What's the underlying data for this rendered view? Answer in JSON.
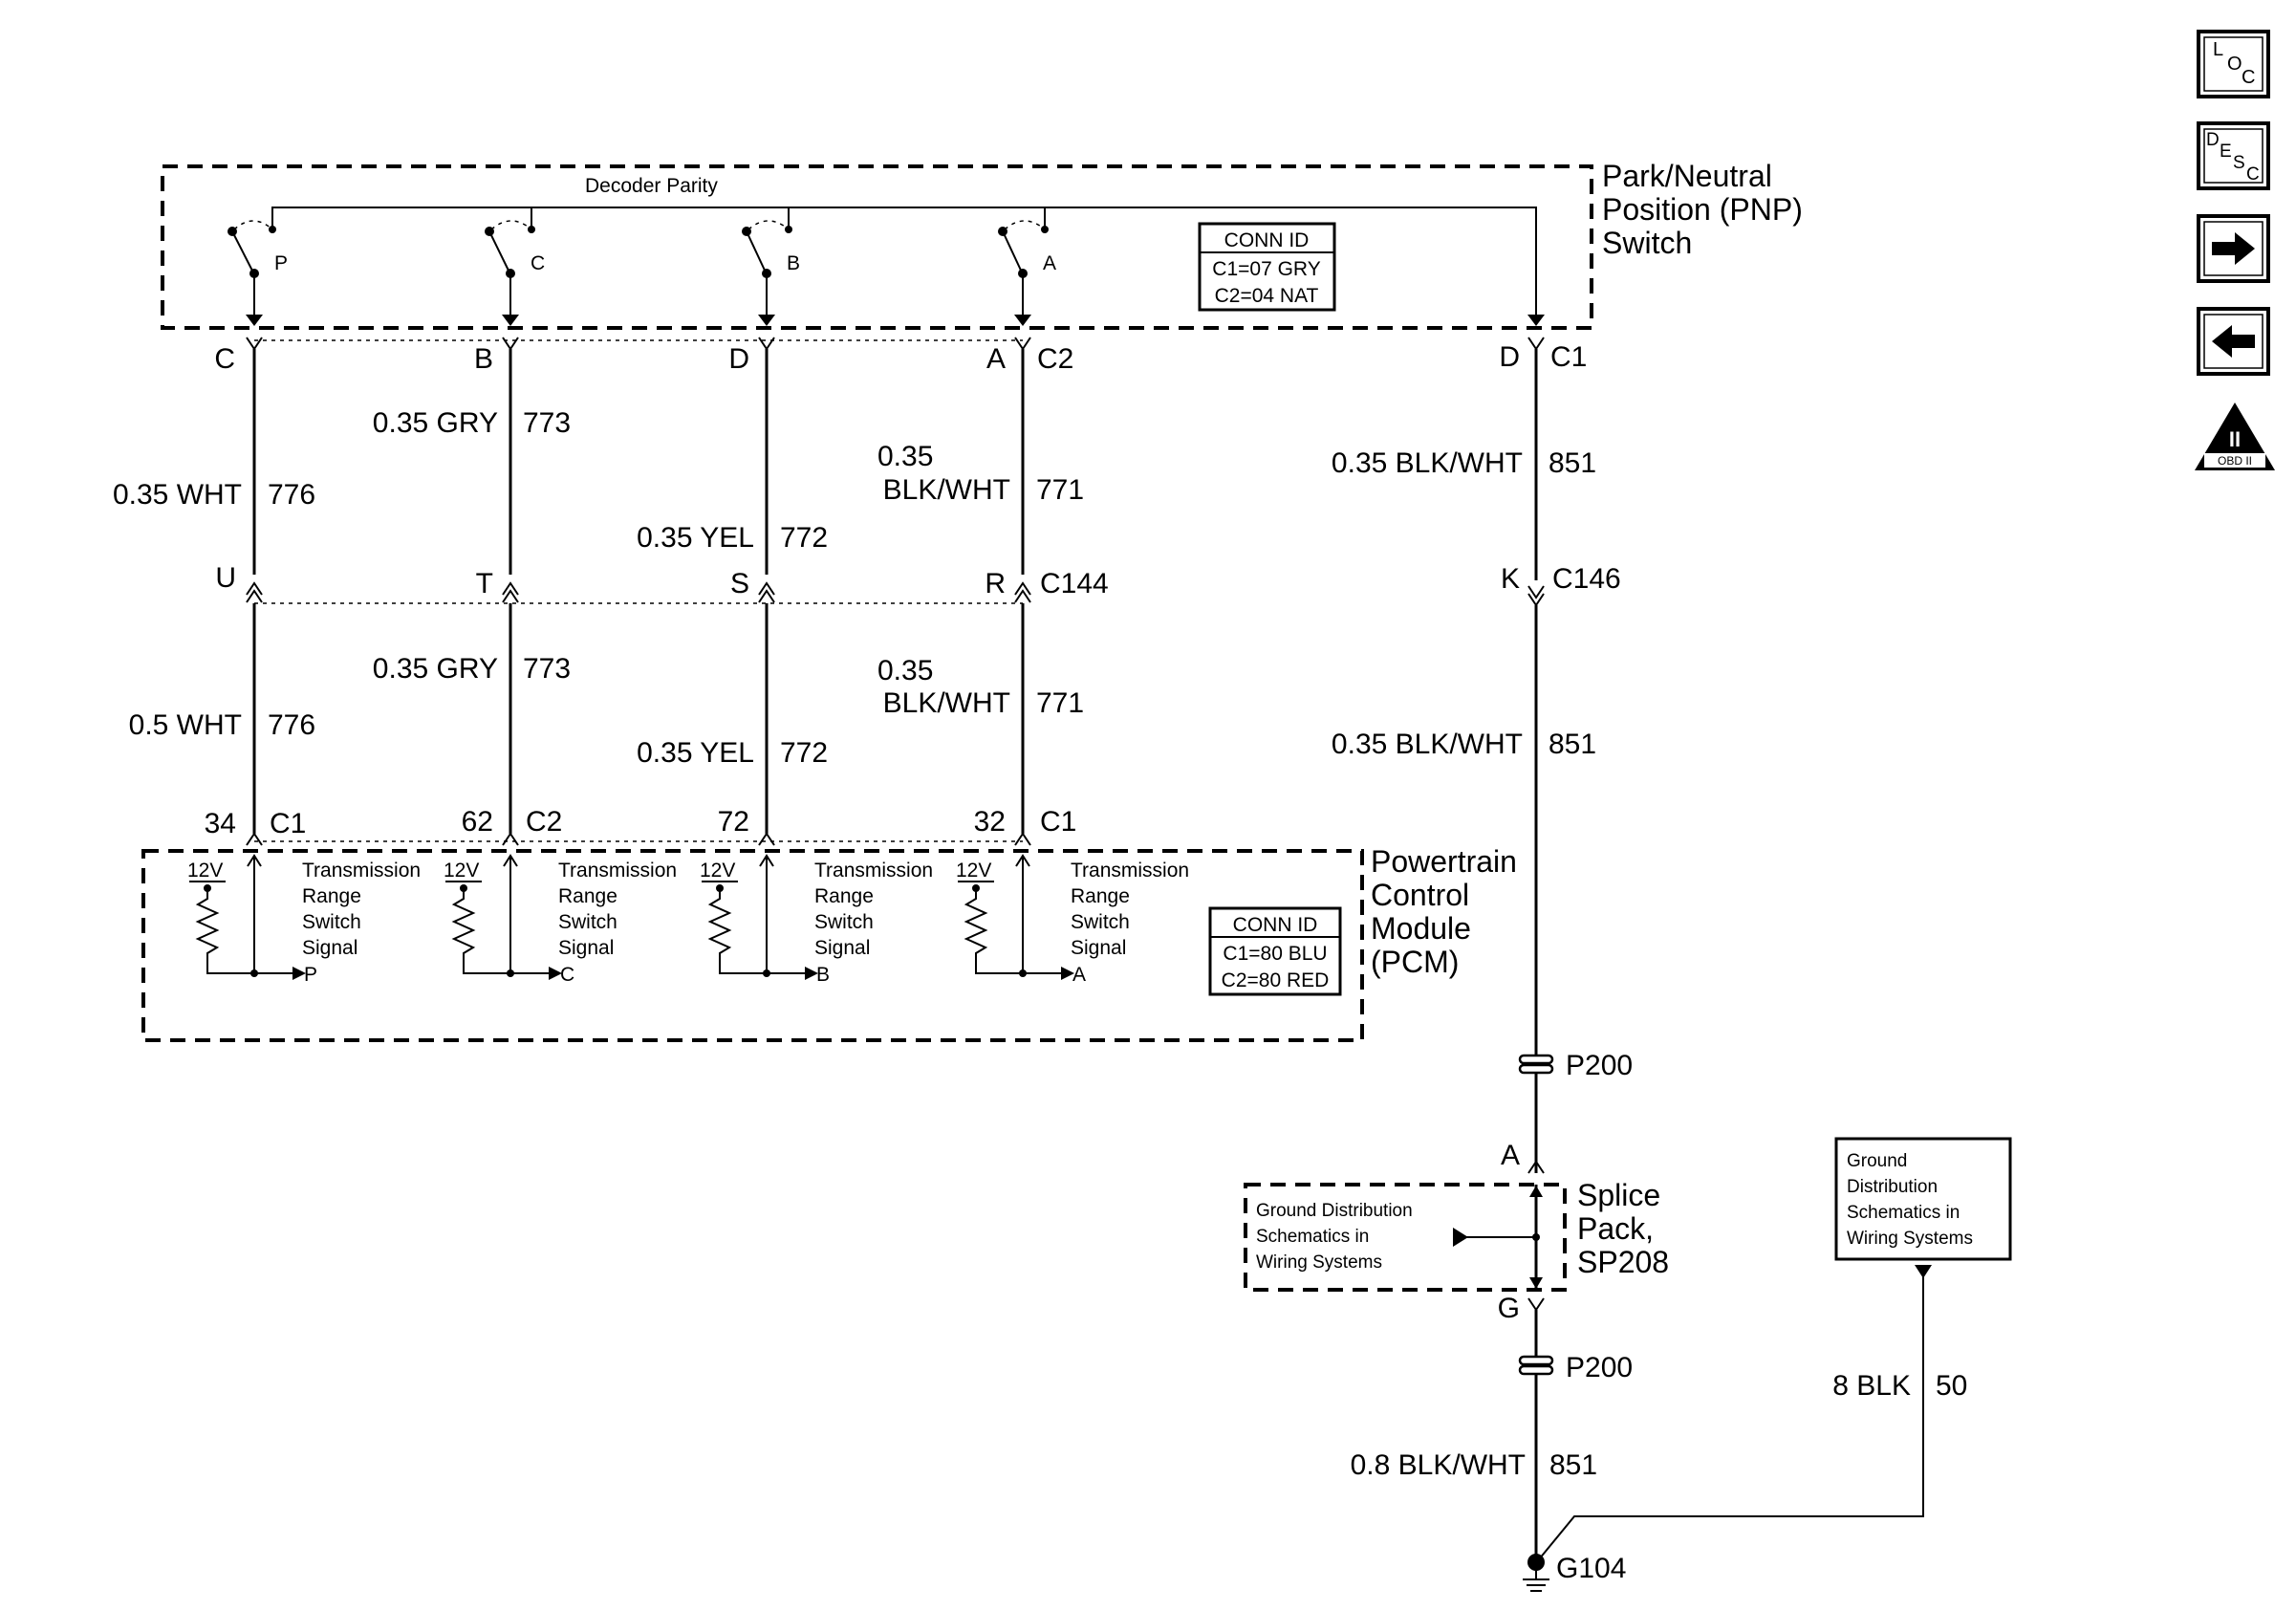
{
  "pnp_switch": {
    "title_lines": [
      "Park/Neutral",
      "Position (PNP)",
      "Switch"
    ],
    "decoder_label": "Decoder Parity",
    "switches": [
      "P",
      "C",
      "B",
      "A"
    ],
    "conn_id": {
      "header": "CONN ID",
      "lines": [
        "C1=07 GRY",
        "C2=04 NAT"
      ]
    }
  },
  "pcm": {
    "title_lines": [
      "Powertrain",
      "Control",
      "Module",
      "(PCM)"
    ],
    "supply": "12V",
    "signal_lines": [
      "Transmission",
      "Range",
      "Switch",
      "Signal"
    ],
    "signals": [
      "P",
      "C",
      "B",
      "A"
    ],
    "conn_id": {
      "header": "CONN ID",
      "lines": [
        "C1=80 BLU",
        "C2=80 RED"
      ]
    }
  },
  "wires": [
    {
      "top_pin": "C",
      "mid_pin": "U",
      "pcm_pin": "34",
      "upper_color": "0.35 WHT",
      "upper_circuit": "776",
      "lower_color": "0.5 WHT",
      "lower_circuit": "776"
    },
    {
      "top_pin": "B",
      "mid_pin": "T",
      "pcm_pin": "62",
      "upper_color": "0.35 GRY",
      "upper_circuit": "773",
      "lower_color": "0.35 GRY",
      "lower_circuit": "773"
    },
    {
      "top_pin": "D",
      "mid_pin": "S",
      "pcm_pin": "72",
      "upper_color": "0.35 YEL",
      "upper_circuit": "772",
      "lower_color": "0.35 YEL",
      "lower_circuit": "772"
    },
    {
      "top_pin": "A",
      "mid_pin": "R",
      "pcm_pin": "32",
      "upper_color_lines": [
        "0.35",
        "BLK/WHT"
      ],
      "upper_circuit": "771",
      "lower_color_lines": [
        "0.35",
        "BLK/WHT"
      ],
      "lower_circuit": "771"
    }
  ],
  "connectors": {
    "pnp_c2": "C2",
    "pnp_c1": "C1",
    "inline_c144": "C144",
    "inline_c146": "C146",
    "pcm_c1_left": "C1",
    "pcm_c2": "C2",
    "pcm_c1_right": "C1"
  },
  "ground_path": {
    "pnp_pin": "D",
    "c146_pin": "K",
    "segment1_color": "0.35 BLK/WHT",
    "segment1_circuit": "851",
    "segment2_color": "0.35 BLK/WHT",
    "segment2_circuit": "851",
    "passthrough_top": "P200",
    "splice_in_pin": "A",
    "splice_out_pin": "G",
    "splice_title_lines": [
      "Splice",
      "Pack,",
      "SP208"
    ],
    "splice_note_lines": [
      "Ground Distribution",
      "Schematics in",
      "Wiring Systems"
    ],
    "passthrough_bottom": "P200",
    "segment3_color": "0.8 BLK/WHT",
    "segment3_circuit": "851",
    "ground_label": "G104"
  },
  "ground_ref": {
    "note_lines": [
      "Ground",
      "Distribution",
      "Schematics in",
      "Wiring Systems"
    ],
    "wire_color": "8 BLK",
    "wire_circuit": "50"
  },
  "nav": {
    "loc": [
      "L",
      "O",
      "C"
    ],
    "desc": [
      "D",
      "E",
      "S",
      "C"
    ],
    "next": "→",
    "prev": "←",
    "obd": {
      "numeral": "II",
      "text": "OBD II"
    }
  }
}
